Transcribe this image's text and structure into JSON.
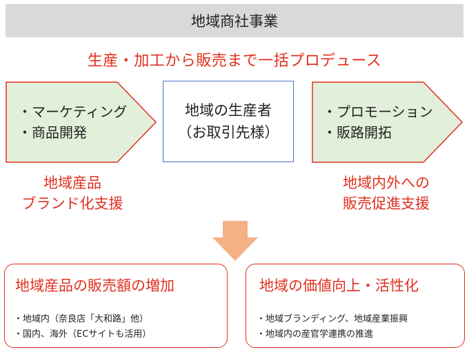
{
  "title": "地域商社事業",
  "subtitle": "生産・加工から販売まで一括プロデュース",
  "left_arrow": {
    "lines": [
      "・マーケティング",
      "・商品開発"
    ]
  },
  "center_box": {
    "lines": [
      "地域の生産者",
      "（お取引先様）"
    ]
  },
  "right_arrow": {
    "lines": [
      "・プロモーション",
      "・販路開拓"
    ]
  },
  "left_label": {
    "lines": [
      "地域産品",
      "ブランド化支援"
    ]
  },
  "right_label": {
    "lines": [
      "地域内外への",
      "販売促進支援"
    ]
  },
  "result_left": {
    "title": "地域産品の販売額の増加",
    "items": [
      "・地域内（奈良店「大和路」他）",
      "・国内、海外（ECサイトも活用）"
    ]
  },
  "result_right": {
    "title": "地域の価値向上・活性化",
    "items": [
      "・地域ブランディング、地域産業振興",
      "・地域内の産官学連携の推進"
    ]
  },
  "colors": {
    "accent_red": "#e0301e",
    "arrow_fill": "#e2efda",
    "arrow_stroke": "#e0301e",
    "center_border": "#4472c4",
    "down_arrow": "#f4b183",
    "title_bg": "#d9d9d9"
  }
}
